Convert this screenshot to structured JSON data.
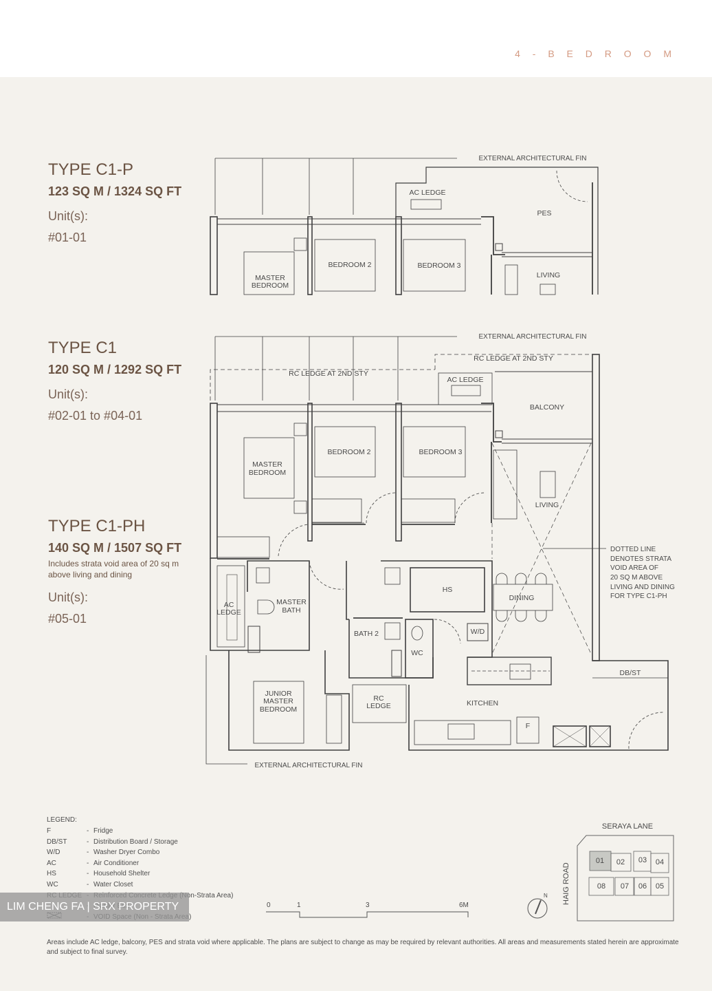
{
  "header": {
    "title": "4 - B E D R O O M"
  },
  "types": [
    {
      "name": "TYPE C1-P",
      "area": "123 SQ M / 1324 SQ FT",
      "note": "",
      "units_label": "Unit(s):",
      "units": "#01-01"
    },
    {
      "name": "TYPE C1",
      "area": "120 SQ M / 1292 SQ FT",
      "note": "",
      "units_label": "Unit(s):",
      "units": "#02-01 to #04-01"
    },
    {
      "name": "TYPE C1-PH",
      "area": "140 SQ M / 1507 SQ FT",
      "note": "Includes strata void area of 20 sq m above living and dining",
      "units_label": "Unit(s):",
      "units": "#05-01"
    }
  ],
  "plan_c1p": {
    "labels": {
      "fin": "EXTERNAL ARCHITECTURAL FIN",
      "ac_ledge": "AC LEDGE",
      "pes": "PES",
      "master_1": "MASTER",
      "master_2": "BEDROOM",
      "bedroom2": "BEDROOM 2",
      "bedroom3": "BEDROOM 3",
      "living": "LIVING"
    }
  },
  "plan_c1": {
    "labels": {
      "fin_top": "EXTERNAL ARCHITECTURAL FIN",
      "rc_ledge_2nd_left": "RC LEDGE AT 2ND STY",
      "rc_ledge_2nd_right": "RC LEDGE AT 2ND STY",
      "ac_ledge_top": "AC LEDGE",
      "balcony": "BALCONY",
      "master_1": "MASTER",
      "master_2": "BEDROOM",
      "bedroom2": "BEDROOM 2",
      "bedroom3": "BEDROOM 3",
      "living": "LIVING",
      "ac_ledge_side_1": "AC",
      "ac_ledge_side_2": "LEDGE",
      "master_bath_1": "MASTER",
      "master_bath_2": "BATH",
      "bath2": "BATH 2",
      "wc": "WC",
      "hs": "HS",
      "wd": "W/D",
      "dining": "DINING",
      "junior_1": "JUNIOR",
      "junior_2": "MASTER",
      "junior_3": "BEDROOM",
      "rc_ledge_1": "RC",
      "rc_ledge_2": "LEDGE",
      "kitchen": "KITCHEN",
      "fridge": "F",
      "dbst": "DB/ST",
      "fin_bottom": "EXTERNAL ARCHITECTURAL FIN",
      "void_note": [
        "DOTTED LINE",
        "DENOTES STRATA",
        "VOID AREA OF",
        "20 SQ M ABOVE",
        "LIVING AND DINING",
        "FOR TYPE C1-PH"
      ]
    }
  },
  "legend": {
    "title": "LEGEND:",
    "items": [
      {
        "code": "F",
        "desc": "Fridge"
      },
      {
        "code": "DB/ST",
        "desc": "Distribution Board / Storage"
      },
      {
        "code": "W/D",
        "desc": "Washer Dryer Combo"
      },
      {
        "code": "AC",
        "desc": "Air Conditioner"
      },
      {
        "code": "HS",
        "desc": "Household Shelter"
      },
      {
        "code": "WC",
        "desc": "Water Closet"
      },
      {
        "code": "RC LEDGE",
        "desc": "Reinforced Concrete Ledge (Non-Strata Area)"
      },
      {
        "code": "",
        "desc": "Planter Box"
      },
      {
        "code": "void-symbol",
        "desc": "VOID Space (Non - Strata Area)"
      }
    ]
  },
  "scale_bar": {
    "ticks": [
      "0",
      "1",
      "3",
      "6M"
    ]
  },
  "site_plan": {
    "top_road": "SERAYA LANE",
    "side_road": "HAIG ROAD",
    "north": "N",
    "units": [
      "01",
      "02",
      "03",
      "04",
      "08",
      "07",
      "06",
      "05"
    ],
    "highlighted_unit": "01",
    "highlight_color": "#c8c9c4"
  },
  "watermark": "LIM CHENG FA | SRX PROPERTY",
  "footnote": "Areas include AC ledge, balcony, PES and strata void where applicable. The plans are subject to change as may be required by relevant authorities. All areas and measurements stated herein are approximate and subject to final survey.",
  "colors": {
    "accent": "#d49a82",
    "heading": "#6b5444",
    "background": "#f4f2ed",
    "wall": "#3f3f3f"
  }
}
